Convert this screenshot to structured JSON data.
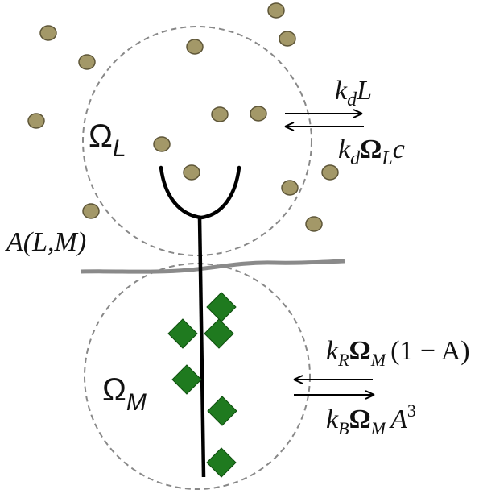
{
  "regions": {
    "ligand_region_symbol": "Ω",
    "ligand_region_subscript": "L",
    "membrane_region_symbol": "Ω",
    "membrane_region_subscript": "M"
  },
  "membrane_label": {
    "text": "A(L,M)"
  },
  "ligand_exchange": {
    "forward_k": "k",
    "forward_k_sub": "d",
    "forward_rest": "L",
    "backward_k": "k",
    "backward_k_sub": "d",
    "backward_omega": "Ω",
    "backward_omega_sub": "L",
    "backward_rest": "c"
  },
  "membrane_exchange": {
    "top_k": "k",
    "top_k_sub": "R",
    "top_omega": "Ω",
    "top_omega_sub": "M",
    "top_rest": "(1 − A)",
    "bottom_k": "k",
    "bottom_k_sub": "B",
    "bottom_omega": "Ω",
    "bottom_omega_sub": "M",
    "bottom_rest": "A",
    "bottom_exp": "3"
  },
  "colors": {
    "ligand_fill": "#a39868",
    "ligand_stroke": "#5e5638",
    "diamond_fill": "#1f7a1f",
    "diamond_stroke": "#0f4f0f",
    "region_outline": "#888888",
    "membrane_line": "#8a8a8a",
    "receptor": "#000000"
  },
  "icons": {
    "ligand": "ligand-particle-dot",
    "bound_protein": "green-diamond",
    "receptor": "receptor-cup"
  }
}
